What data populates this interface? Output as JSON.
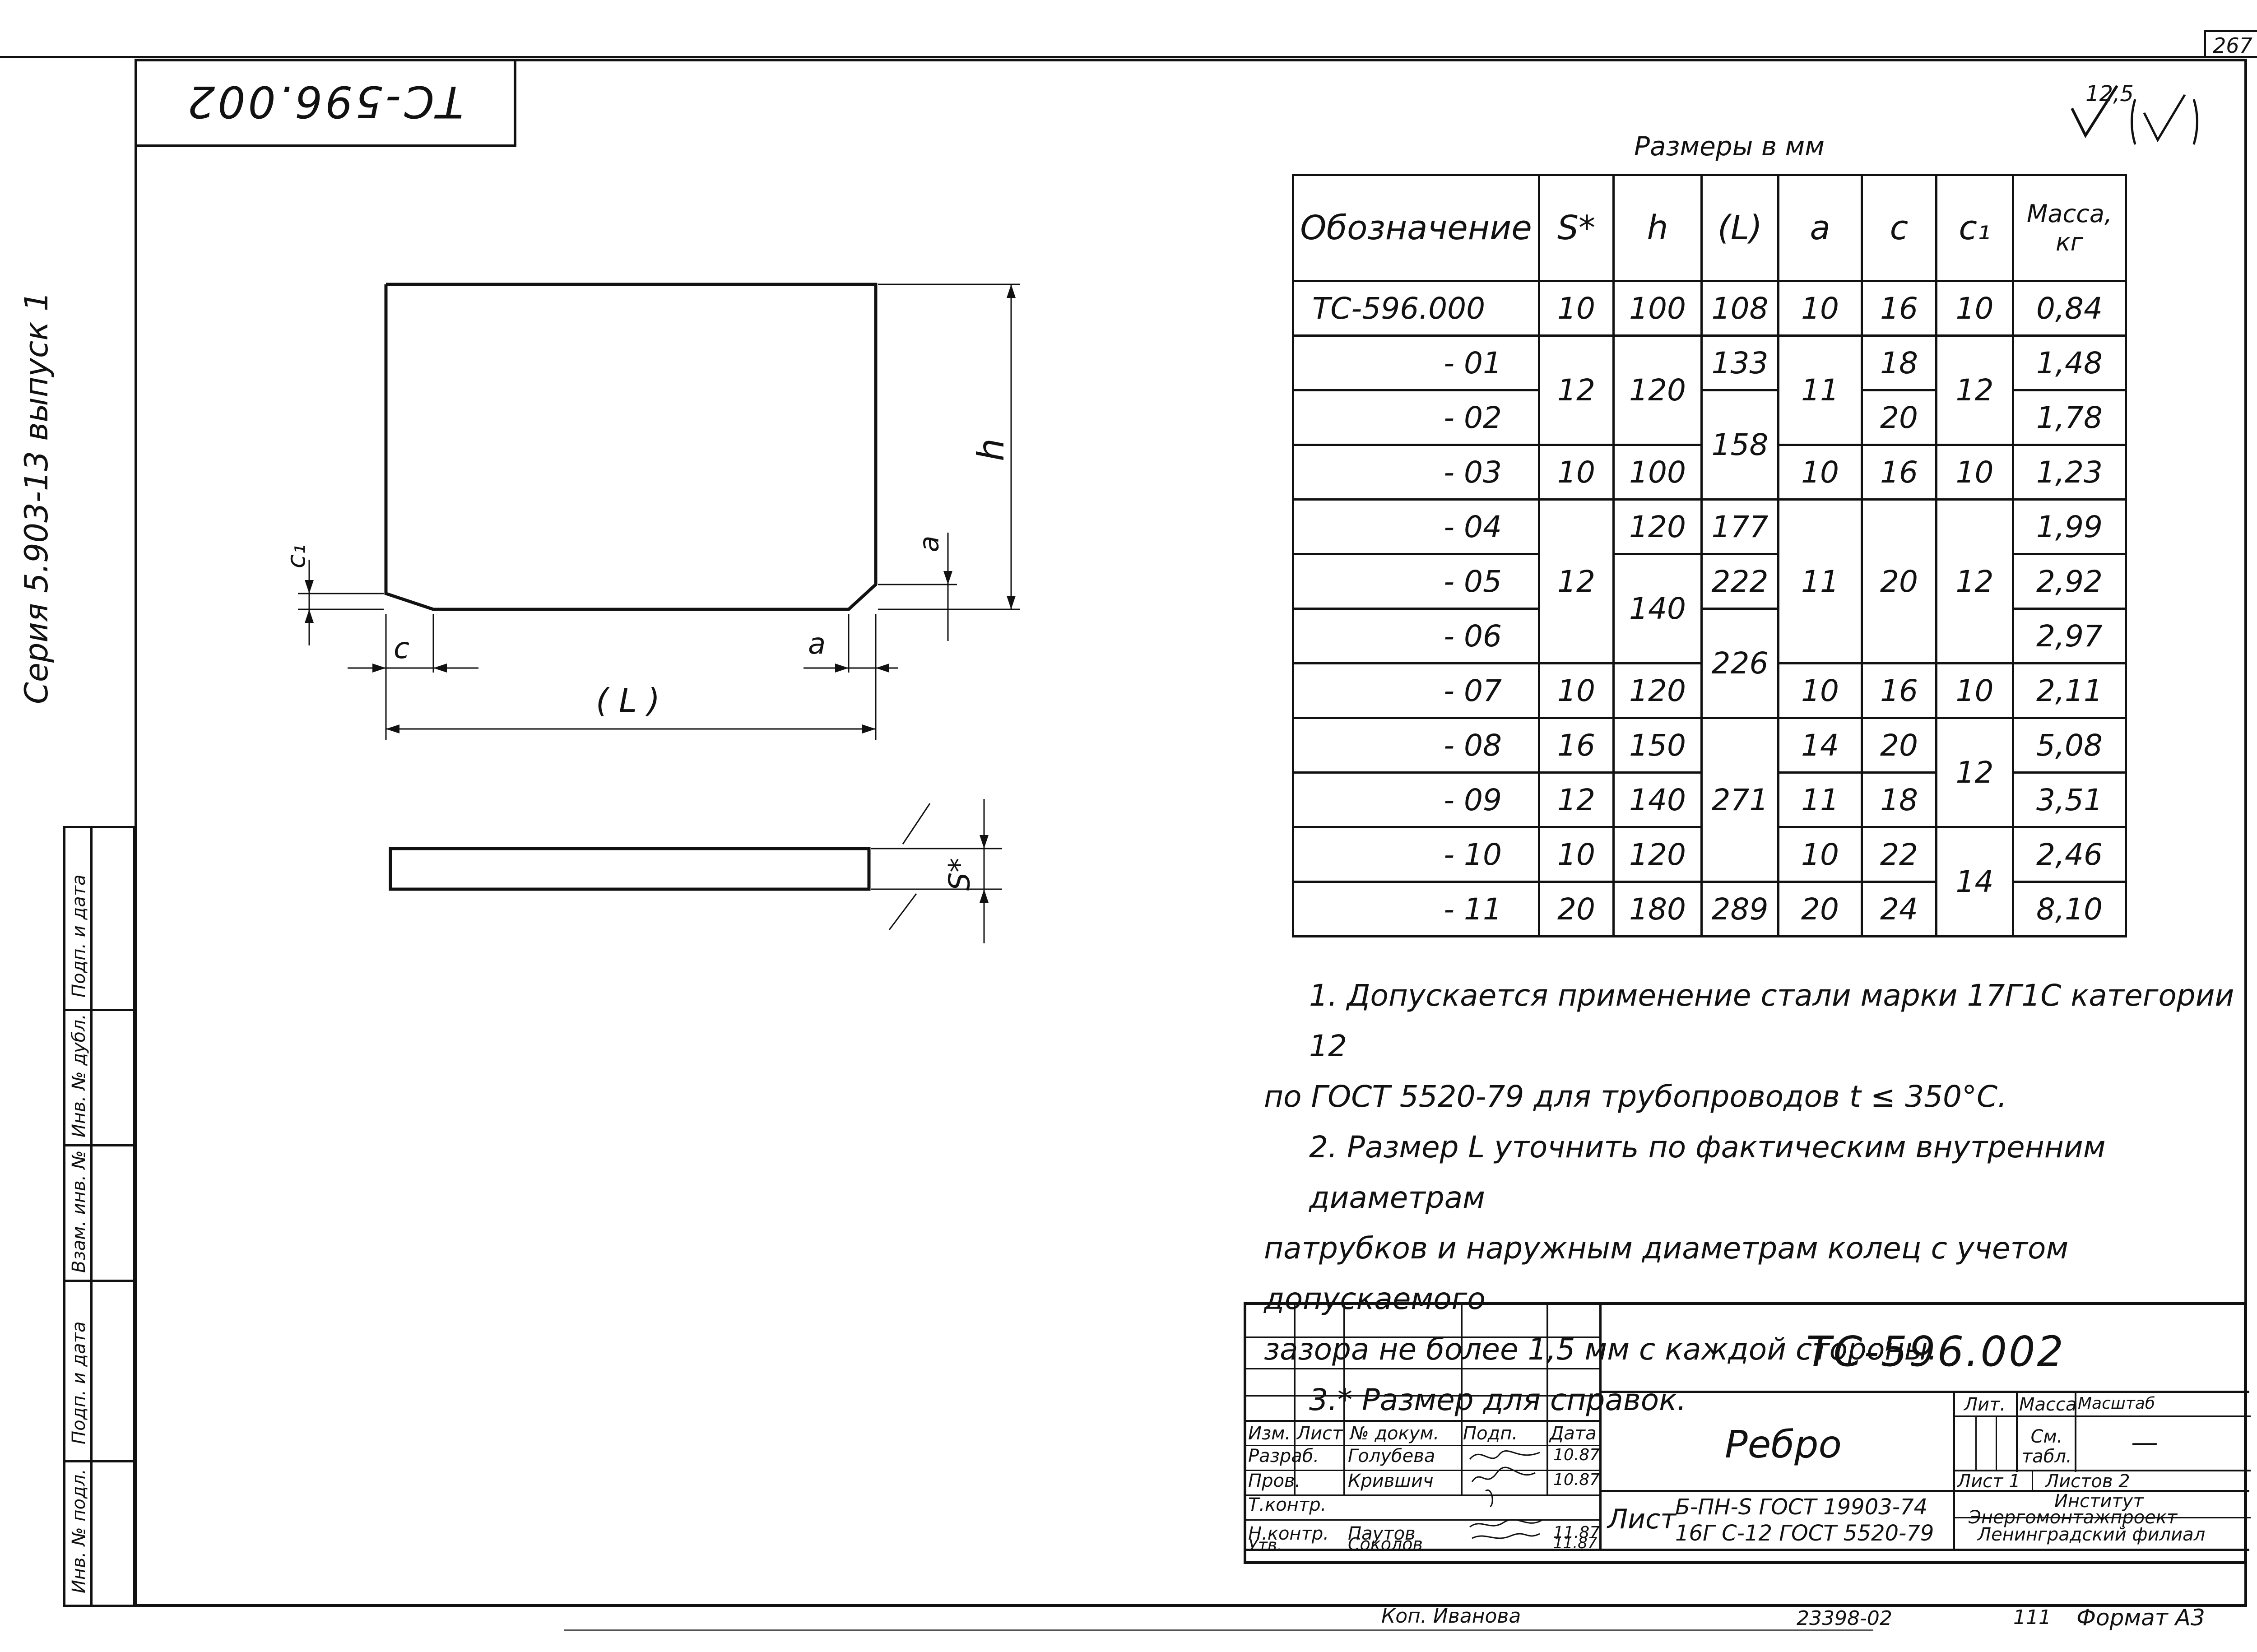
{
  "page_number": "267",
  "stamp_code": "ТС-596.002",
  "series_text": "Серия 5.903-13 выпуск 1",
  "side_labels": [
    "Подп. и дата",
    "Инв. № дубл.",
    "Взам. инв. №",
    "Подп. и дата",
    "Инв. № подл."
  ],
  "roughness": "12,5",
  "drawing_labels": {
    "h": "h",
    "c1": "c₁",
    "a": "a",
    "c": "c",
    "a2": "a",
    "L": "( L )",
    "s": "S*"
  },
  "table": {
    "caption": "Размеры в мм",
    "headers": [
      "Обозначение",
      "S*",
      "h",
      "(L)",
      "a",
      "c",
      "c₁",
      "Масса, кг"
    ],
    "rows": [
      [
        "ТС-596.000",
        "10",
        "100",
        "108",
        "10",
        "16",
        "10",
        "0,84"
      ],
      [
        "- 01",
        "12",
        "120",
        "133",
        "11",
        "18",
        "12",
        "1,48"
      ],
      [
        "- 02",
        "",
        "",
        "158",
        "",
        "20",
        "",
        "1,78"
      ],
      [
        "- 03",
        "10",
        "100",
        "",
        "10",
        "16",
        "10",
        "1,23"
      ],
      [
        "- 04",
        "12",
        "120",
        "177",
        "11",
        "20",
        "12",
        "1,99"
      ],
      [
        "- 05",
        "",
        "140",
        "222",
        "",
        "",
        "",
        "2,92"
      ],
      [
        "- 06",
        "",
        "",
        "226",
        "",
        "",
        "",
        "2,97"
      ],
      [
        "- 07",
        "10",
        "120",
        "",
        "10",
        "16",
        "10",
        "2,11"
      ],
      [
        "- 08",
        "16",
        "150",
        "271",
        "14",
        "20",
        "12",
        "5,08"
      ],
      [
        "- 09",
        "12",
        "140",
        "",
        "11",
        "18",
        "",
        "3,51"
      ],
      [
        "- 10",
        "10",
        "120",
        "",
        "10",
        "22",
        "14",
        "2,46"
      ],
      [
        "- 11",
        "20",
        "180",
        "289",
        "20",
        "24",
        "",
        "8,10"
      ]
    ]
  },
  "notes": [
    "1. Допускается применение стали марки 17Г1С категории 12",
    "по ГОСТ 5520-79 для трубопроводов t ≤ 350°С.",
    "2. Размер L уточнить по фактическим внутренним диаметрам",
    "патрубков и наружным диаметрам колец с учетом допускаемого",
    "зазора не более 1,5 мм с каждой стороны.",
    "3.* Размер для справок."
  ],
  "title_block": {
    "doc_code": "ТС-596.002",
    "name": "Ребро",
    "lit": "Лит.",
    "mass": "Масса",
    "scale": "Масштаб",
    "mass_value": "См. табл.",
    "scale_value": "—",
    "sheet": "Лист 1",
    "sheets": "Листов 2",
    "org": [
      "Институт",
      "Энергомонтажпроект",
      "Ленинградский филиал"
    ],
    "material_label": "Лист",
    "material_1": "Б-ПН-S ГОСТ 19903-74",
    "material_2": "16Г С-12 ГОСТ 5520-79",
    "col_headers": [
      "Изм.",
      "Лист",
      "№ докум.",
      "Подп.",
      "Дата"
    ],
    "roles": [
      {
        "role": "Разраб.",
        "name": "Голубева",
        "date": "10.87"
      },
      {
        "role": "Пров.",
        "name": "Крившич",
        "date": "10.87"
      },
      {
        "role": "Т.контр.",
        "name": "",
        "date": ""
      },
      {
        "role": "",
        "name": "",
        "date": ""
      },
      {
        "role": "Н.контр.",
        "name": "Паутов",
        "date": "11.87"
      },
      {
        "role": "Утв.",
        "name": "Соколов",
        "date": "11.87"
      }
    ],
    "copied": "Коп. Иванова",
    "archive_no": "23398-02",
    "archive_suffix": "111",
    "format": "Формат А3"
  }
}
